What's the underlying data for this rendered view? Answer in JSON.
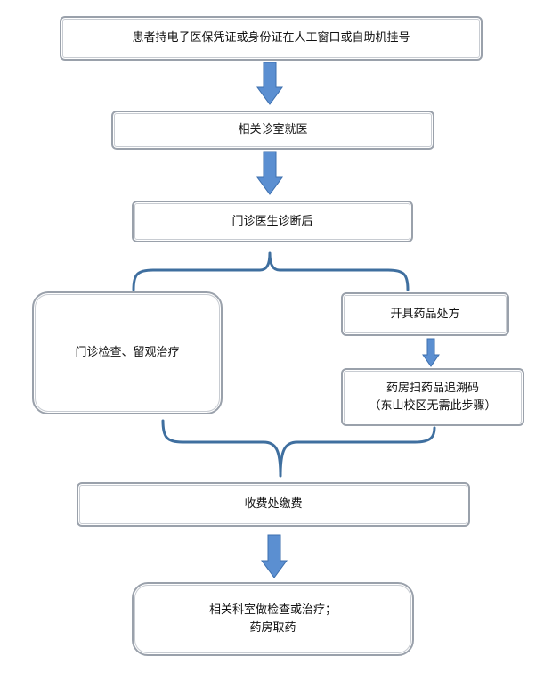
{
  "flow": {
    "nodes": [
      {
        "id": "n1",
        "text": "患者持电子医保凭证或身份证在人工窗口或自助机挂号"
      },
      {
        "id": "n2",
        "text": "相关诊室就医"
      },
      {
        "id": "n3",
        "text": "门诊医生诊断后"
      },
      {
        "id": "n4",
        "text": "门诊检查、留观治疗"
      },
      {
        "id": "n5",
        "text": "开具药品处方"
      },
      {
        "id": "n6",
        "text": "药房扫药品追溯码\n（东山校区无需此步骤）"
      },
      {
        "id": "n7",
        "text": "收费处缴费"
      },
      {
        "id": "n8",
        "text": "相关科室做检查或治疗；\n药房取药"
      }
    ],
    "edges": [
      {
        "from": "n1",
        "to": "n2",
        "kind": "arrow"
      },
      {
        "from": "n2",
        "to": "n3",
        "kind": "arrow"
      },
      {
        "from": "n3",
        "to": [
          "n4",
          "n5"
        ],
        "kind": "brace-split"
      },
      {
        "from": "n5",
        "to": "n6",
        "kind": "arrow"
      },
      {
        "from": [
          "n4",
          "n6"
        ],
        "to": "n7",
        "kind": "brace-merge"
      },
      {
        "from": "n7",
        "to": "n8",
        "kind": "arrow"
      }
    ],
    "colors": {
      "arrow_fill": "#5b8fd1",
      "arrow_stroke": "#3d6fae",
      "brace": "#3f6f9f",
      "box_border": "#9aa1ab"
    }
  }
}
